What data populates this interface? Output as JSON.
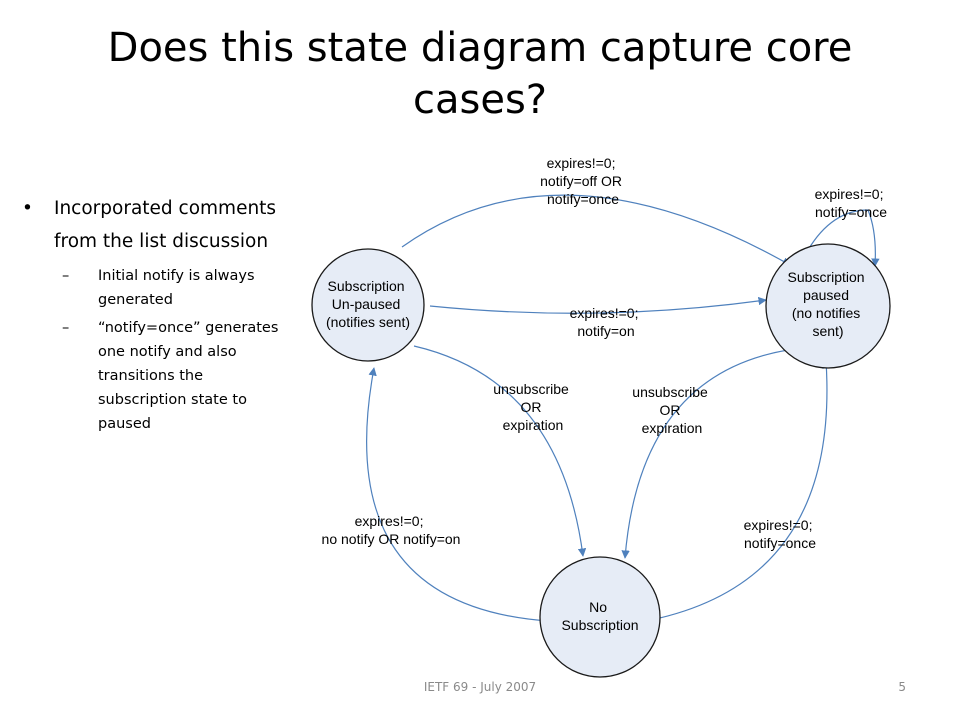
{
  "slide": {
    "title": "Does this state diagram capture core cases?",
    "bullets": [
      {
        "text": "Incorporated comments from the list discussion",
        "subbullets": [
          "Initial notify is always generated",
          "“notify=once” generates one notify and also transitions the subscription state to paused"
        ]
      }
    ],
    "footer": "IETF 69 - July 2007",
    "page_number": "5"
  },
  "diagram": {
    "colors": {
      "node_fill": "#e6ecf6",
      "node_stroke": "#1a1a1a",
      "edge": "#4f81bd",
      "text": "#000000"
    },
    "nodes": {
      "unpaused": {
        "lines": [
          "Subscription",
          "Un-paused",
          "(notifies sent)"
        ]
      },
      "paused": {
        "lines": [
          "Subscription",
          "paused",
          "(no notifies",
          "sent)"
        ]
      },
      "none": {
        "lines": [
          "No",
          "Subscription"
        ]
      }
    },
    "edges": {
      "top_arc": {
        "label": [
          "expires!=0;",
          "notify=off OR",
          "notify=once"
        ]
      },
      "self_loop": {
        "label": [
          "expires!=0;",
          "notify=once"
        ]
      },
      "middle": {
        "label": [
          "expires!=0;",
          "notify=on"
        ]
      },
      "unpaused_to_none": {
        "label": [
          "unsubscribe",
          "OR",
          "expiration"
        ]
      },
      "paused_to_none": {
        "label": [
          "unsubscribe",
          "OR",
          "expiration"
        ]
      },
      "none_to_unpaused": {
        "label": [
          "expires!=0;",
          "no notify OR notify=on"
        ]
      },
      "none_to_paused": {
        "label": [
          "expires!=0;",
          "notify=once"
        ]
      }
    }
  }
}
